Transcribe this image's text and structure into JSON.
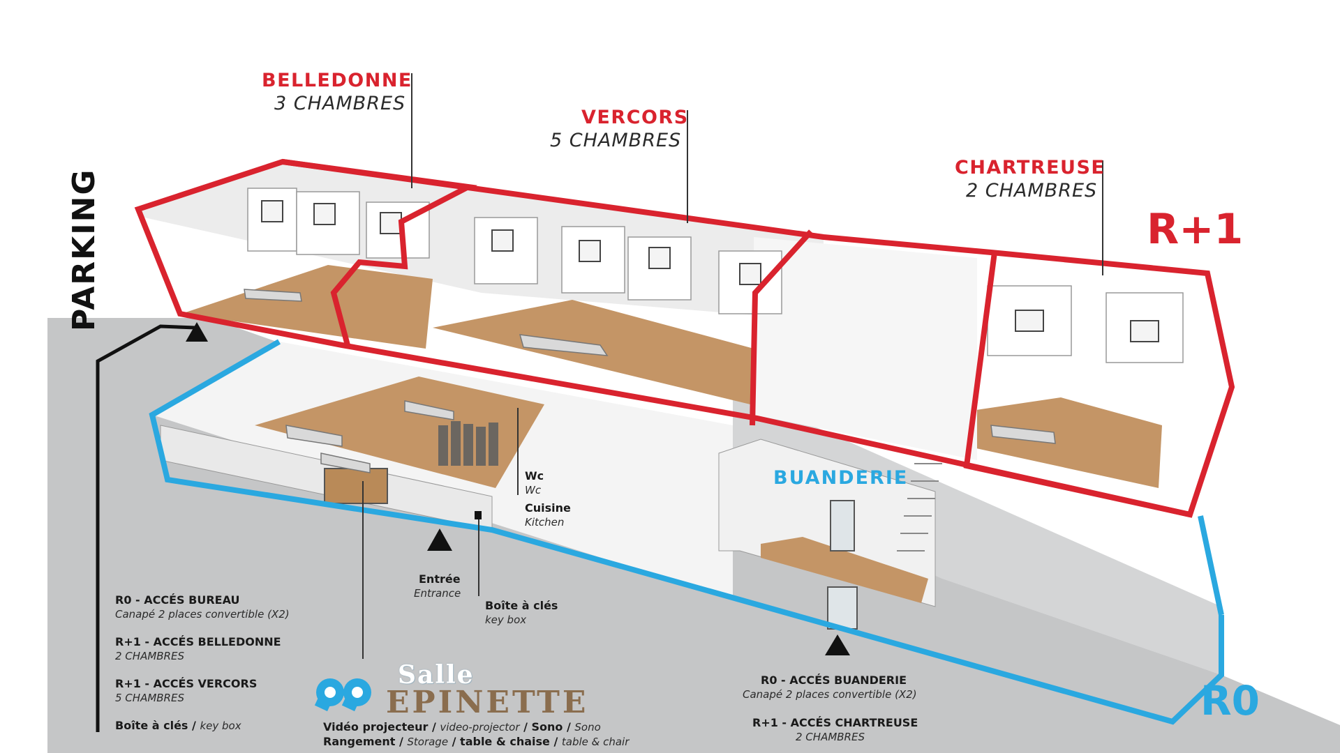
{
  "parking": "PARKING",
  "levels": {
    "upper": "R+1",
    "ground": "R0"
  },
  "zones": {
    "belledonne": {
      "name": "BELLEDONNE",
      "rooms": "3 CHAMBRES"
    },
    "vercors": {
      "name": "VERCORS",
      "rooms": "5 CHAMBRES"
    },
    "chartreuse": {
      "name": "CHARTREUSE",
      "rooms": "2 CHAMBRES"
    },
    "buanderie": {
      "name": "BUANDERIE"
    }
  },
  "points": {
    "wc_fr": "Wc",
    "wc_en": "Wc",
    "cuisine_fr": "Cuisine",
    "cuisine_en": "Kitchen",
    "entree_fr": "Entrée",
    "entree_en": "Entrance",
    "boite_fr": "Boîte à clés",
    "boite_en": "key box"
  },
  "left_notes": [
    {
      "title": "R0 - ACCÉS BUREAU",
      "sub": "Canapé 2 places convertible (X2)"
    },
    {
      "title": "R+1 - ACCÉS BELLEDONNE",
      "sub": "2 CHAMBRES"
    },
    {
      "title": "R+1 - ACCÉS VERCORS",
      "sub": "5 CHAMBRES"
    },
    {
      "title": "Boîte à clés / ",
      "sub": "key box"
    }
  ],
  "right_notes": [
    {
      "title": "R0 - ACCÉS BUANDERIE",
      "sub": "Canapé 2 places convertible (X2)"
    },
    {
      "title": "R+1 - ACCÉS CHARTREUSE",
      "sub": "2 CHAMBRES"
    }
  ],
  "logo": {
    "line1": "Salle",
    "line2": "EPINETTE"
  },
  "equipment": {
    "l1_a": "Vidéo projecteur / ",
    "l1_b": "video-projector",
    "l1_c": " / Sono / ",
    "l1_d": "Sono",
    "l2_a": "Rangement / ",
    "l2_b": "Storage",
    "l2_c": " / table & chaise / ",
    "l2_d": "table & chair"
  },
  "colors": {
    "red": "#d9232e",
    "blue": "#2aa8e0",
    "grey": "#c7c8c9",
    "wood": "#b98a58"
  }
}
